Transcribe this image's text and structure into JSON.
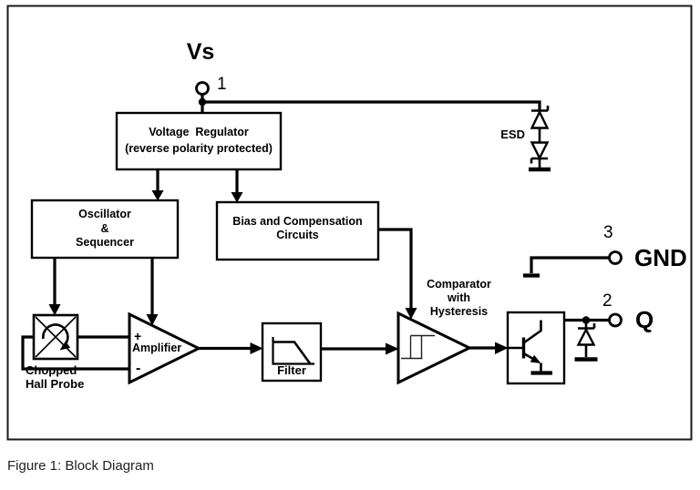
{
  "pins": {
    "vs": "Vs",
    "n1": "1",
    "n2": "2",
    "n3": "3",
    "gnd": "GND",
    "q": "Q"
  },
  "blocks": {
    "voltage_regulator": "Voltage  Regulator\n(reverse polarity protected)",
    "oscillator": "Oscillator\n&\nSequencer",
    "bias": "Bias and Compensation\nCircuits",
    "comparator": "Comparator\nwith\nHysteresis",
    "hall_probe": "Chopped\nHall Probe",
    "amplifier": {
      "name": "Amplifier",
      "plus": "+",
      "minus": "-"
    },
    "filter": "Filter",
    "esd": "ESD"
  },
  "caption": "Figure 1: Block Diagram",
  "colors": {
    "line": "#000000",
    "background": "#ffffff",
    "caption_text": "#222222"
  }
}
